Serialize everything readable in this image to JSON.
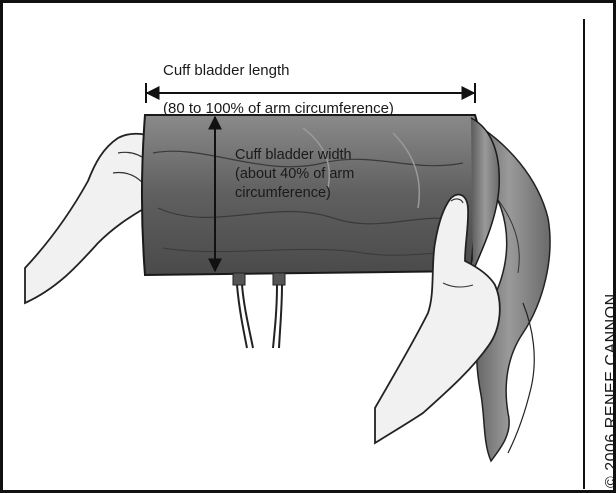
{
  "labels": {
    "length_title": "Cuff bladder length",
    "length_detail": "(80 to 100% of arm circumference)",
    "width_lines": "Cuff bladder width\n(about 40% of arm\ncircumference)"
  },
  "credit": "© 2006 RENEE CANNON",
  "colors": {
    "frame": "#111111",
    "cuff": "#6e6e6e",
    "skin": "#f1f1f1",
    "ink": "#1a1a1a"
  }
}
